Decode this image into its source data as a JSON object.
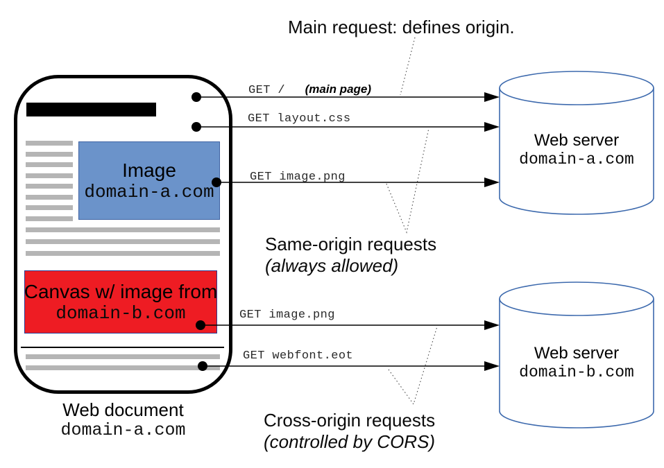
{
  "title": "Main request: defines origin.",
  "document": {
    "image_box": {
      "line1": "Image",
      "line2": "domain-a.com"
    },
    "canvas_box": {
      "line1": "Canvas w/ image from",
      "line2": "domain-b.com"
    },
    "caption": {
      "line1": "Web document",
      "line2": "domain-a.com"
    }
  },
  "requests": [
    {
      "method": "GET /",
      "note": "(main page)"
    },
    {
      "method": "GET layout.css"
    },
    {
      "method": "GET image.png"
    },
    {
      "method": "GET image.png"
    },
    {
      "method": "GET webfont.eot"
    }
  ],
  "groups": {
    "same_origin": {
      "line1": "Same-origin requests",
      "line2": "(always allowed)"
    },
    "cross_origin": {
      "line1": "Cross-origin requests",
      "line2": "(controlled by CORS)"
    }
  },
  "servers": [
    {
      "name": "Web server",
      "domain": "domain-a.com"
    },
    {
      "name": "Web server",
      "domain": "domain-b.com"
    }
  ],
  "colors": {
    "image_box_fill": "#6b93ca",
    "canvas_box_fill": "#ee1c23",
    "canvas_box_border": "#2b3990",
    "cylinder_stroke": "#3c69ad",
    "text_bar_gray": "#b5b5b5",
    "arrow_black": "#000000"
  }
}
